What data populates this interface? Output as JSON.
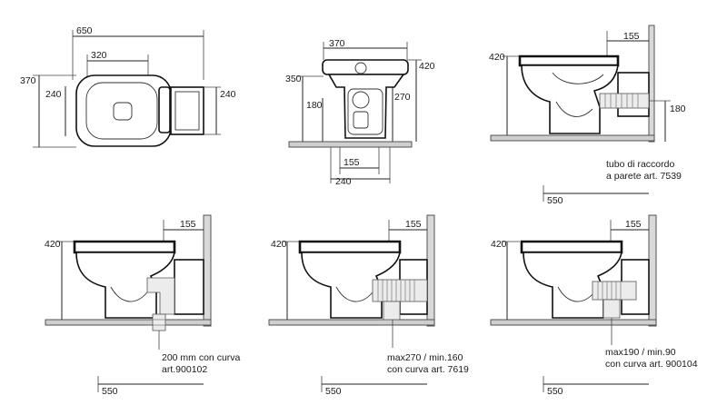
{
  "top_view": {
    "width": "650",
    "inner_width": "320",
    "depth": "370",
    "left_height": "240",
    "right_height": "240"
  },
  "front_view": {
    "top_width": "370",
    "height_total": "420",
    "height_350": "350",
    "height_270": "270",
    "height_180": "180",
    "bottom_155": "155",
    "bottom_240": "240"
  },
  "side_view_1": {
    "height": "420",
    "wall_offset": "155",
    "outlet_height": "180",
    "depth": "550",
    "note_line1": "tubo di raccordo",
    "note_line2": "a parete art. 7539"
  },
  "side_view_2": {
    "height": "420",
    "wall_offset": "155",
    "depth": "550",
    "note_line1": "200 mm con curva",
    "note_line2": "art.900102"
  },
  "side_view_3": {
    "height": "420",
    "wall_offset": "155",
    "depth": "550",
    "note_line1": "max270 / min.160",
    "note_line2": "con curva art. 7619"
  },
  "side_view_4": {
    "height": "420",
    "wall_offset": "155",
    "depth": "550",
    "note_line1": "max190 / min.90",
    "note_line2": "con curva art. 900104"
  }
}
